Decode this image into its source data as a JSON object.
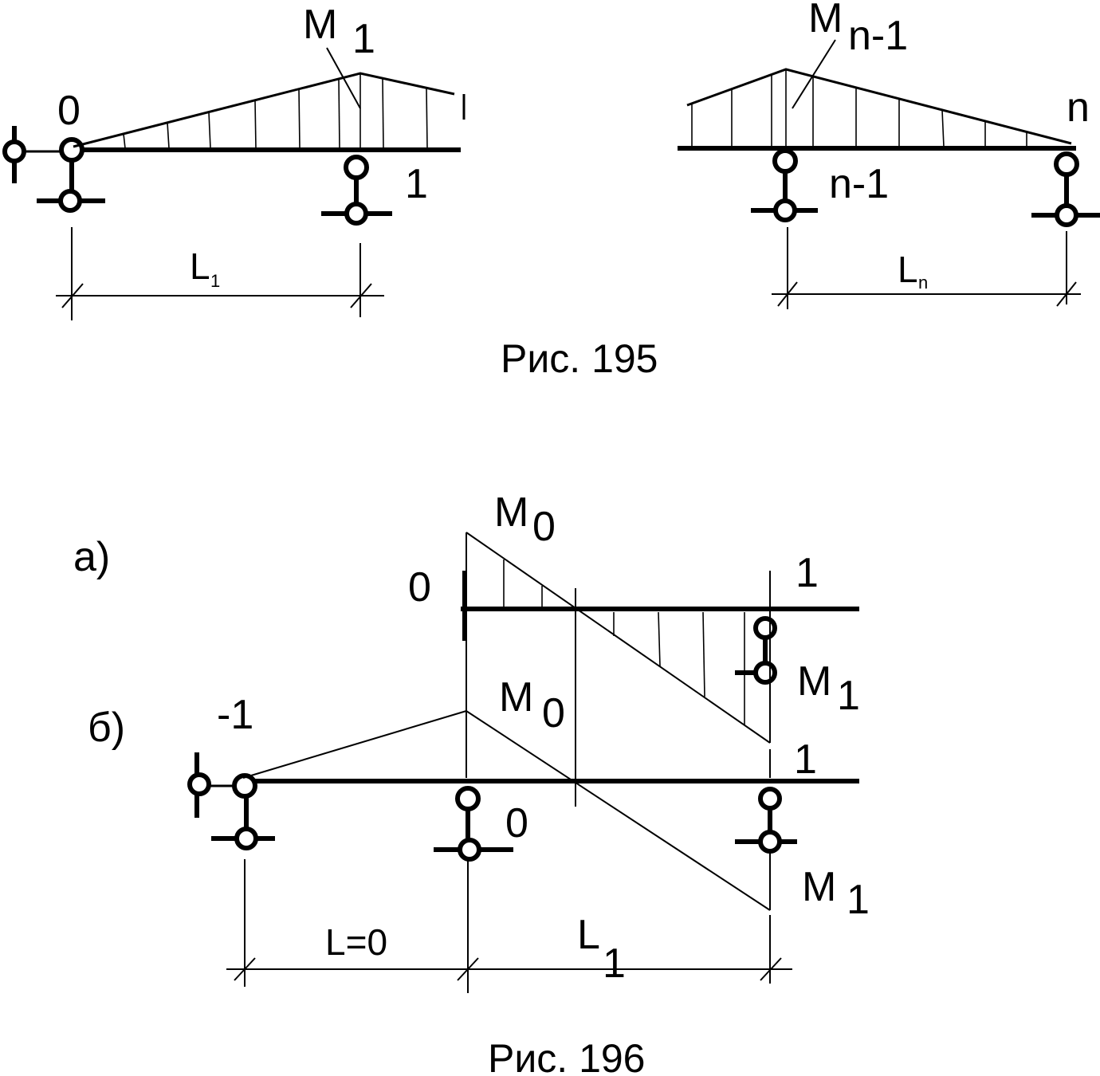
{
  "fig195": {
    "caption": "Рис. 195",
    "left": {
      "node0": "0",
      "moment": "M",
      "moment_sub": "1",
      "node1": "1",
      "span": "L",
      "span_sub": "1"
    },
    "right": {
      "moment": "M",
      "moment_sub": "n-1",
      "node_n": "n",
      "node_n1": "n-1",
      "span": "L",
      "span_sub": "n"
    }
  },
  "fig196": {
    "caption": "Рис. 196",
    "a": {
      "tag": "а)",
      "node0": "0",
      "node1": "1",
      "m0": "M",
      "m0_sub": "0",
      "m1": "M",
      "m1_sub": "1"
    },
    "b": {
      "tag": "б)",
      "node_m1": "-1",
      "node0": "0",
      "node1": "1",
      "m0": "M",
      "m0_sub": "0",
      "m1": "M",
      "m1_sub": "1",
      "span0": "L=0",
      "span1": "L",
      "span1_sub": "1"
    }
  }
}
